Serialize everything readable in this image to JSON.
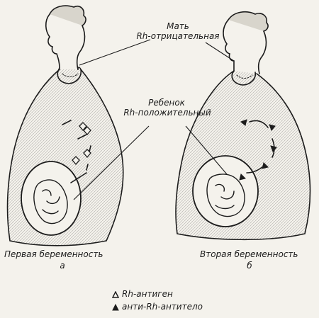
{
  "labels": {
    "mother": "Мать",
    "mother_rh": "Rh-отрицательная",
    "child": "Ребенок",
    "child_rh": "Rh-положительный",
    "first_pregnancy": "Первая беременность",
    "first_letter": "а",
    "second_pregnancy": "Вторая беременность",
    "second_letter": "б"
  },
  "legend": [
    {
      "icon": "hollow-triangle-icon",
      "label": "Rh-антиген"
    },
    {
      "icon": "filled-triangle-icon",
      "label": "анти-Rh-антитело"
    }
  ]
}
